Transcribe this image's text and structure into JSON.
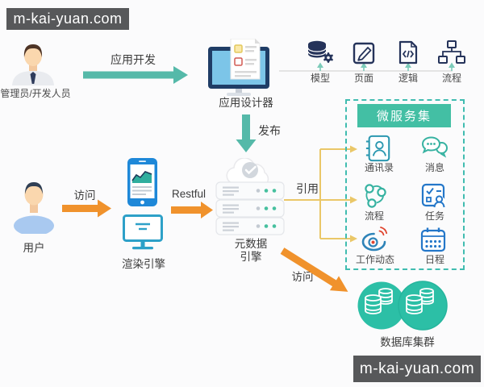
{
  "watermark": {
    "top_left": "m-kai-yuan.com",
    "bottom_right": "m-kai-yuan.com"
  },
  "actors": {
    "admin": {
      "label": "管理员/开发人员"
    },
    "user": {
      "label": "用户"
    }
  },
  "edges": {
    "app_dev_label": "应用开发",
    "publish_label": "发布",
    "user_access_label": "访问",
    "restful_label": "Restful",
    "reference_label": "引用",
    "db_access_label": "访问"
  },
  "nodes": {
    "app_designer": {
      "label": "应用设计器"
    },
    "designer_outputs": [
      {
        "label": "模型",
        "icon": "database-gear-icon"
      },
      {
        "label": "页面",
        "icon": "page-edit-icon"
      },
      {
        "label": "逻辑",
        "icon": "code-file-icon"
      },
      {
        "label": "流程",
        "icon": "flowchart-icon"
      }
    ],
    "render_engine": {
      "label": "渲染引擎"
    },
    "metadata_engine": {
      "label_line1": "元数据",
      "label_line2": "引擎"
    },
    "microservices": {
      "title": "微服务集",
      "items": [
        {
          "label": "通讯录",
          "icon": "contacts-icon"
        },
        {
          "label": "消息",
          "icon": "message-icon"
        },
        {
          "label": "流程",
          "icon": "workflow-icon"
        },
        {
          "label": "任务",
          "icon": "task-icon"
        },
        {
          "label": "工作动态",
          "icon": "weibo-icon"
        },
        {
          "label": "日程",
          "icon": "calendar-icon"
        }
      ]
    },
    "database_cluster": {
      "label": "数据库集群"
    }
  },
  "colors": {
    "teal_arrow": "#55b9a9",
    "orange_arrow": "#f0922c",
    "yellow_connector": "#eac768",
    "navy_icon": "#25335a",
    "blue_phone": "#1e88d8",
    "microservice_border": "#40bcb0",
    "microservice_header": "#43bfa4",
    "db_circle": "#2cbfa6",
    "watermark_bg": "#57585a"
  }
}
